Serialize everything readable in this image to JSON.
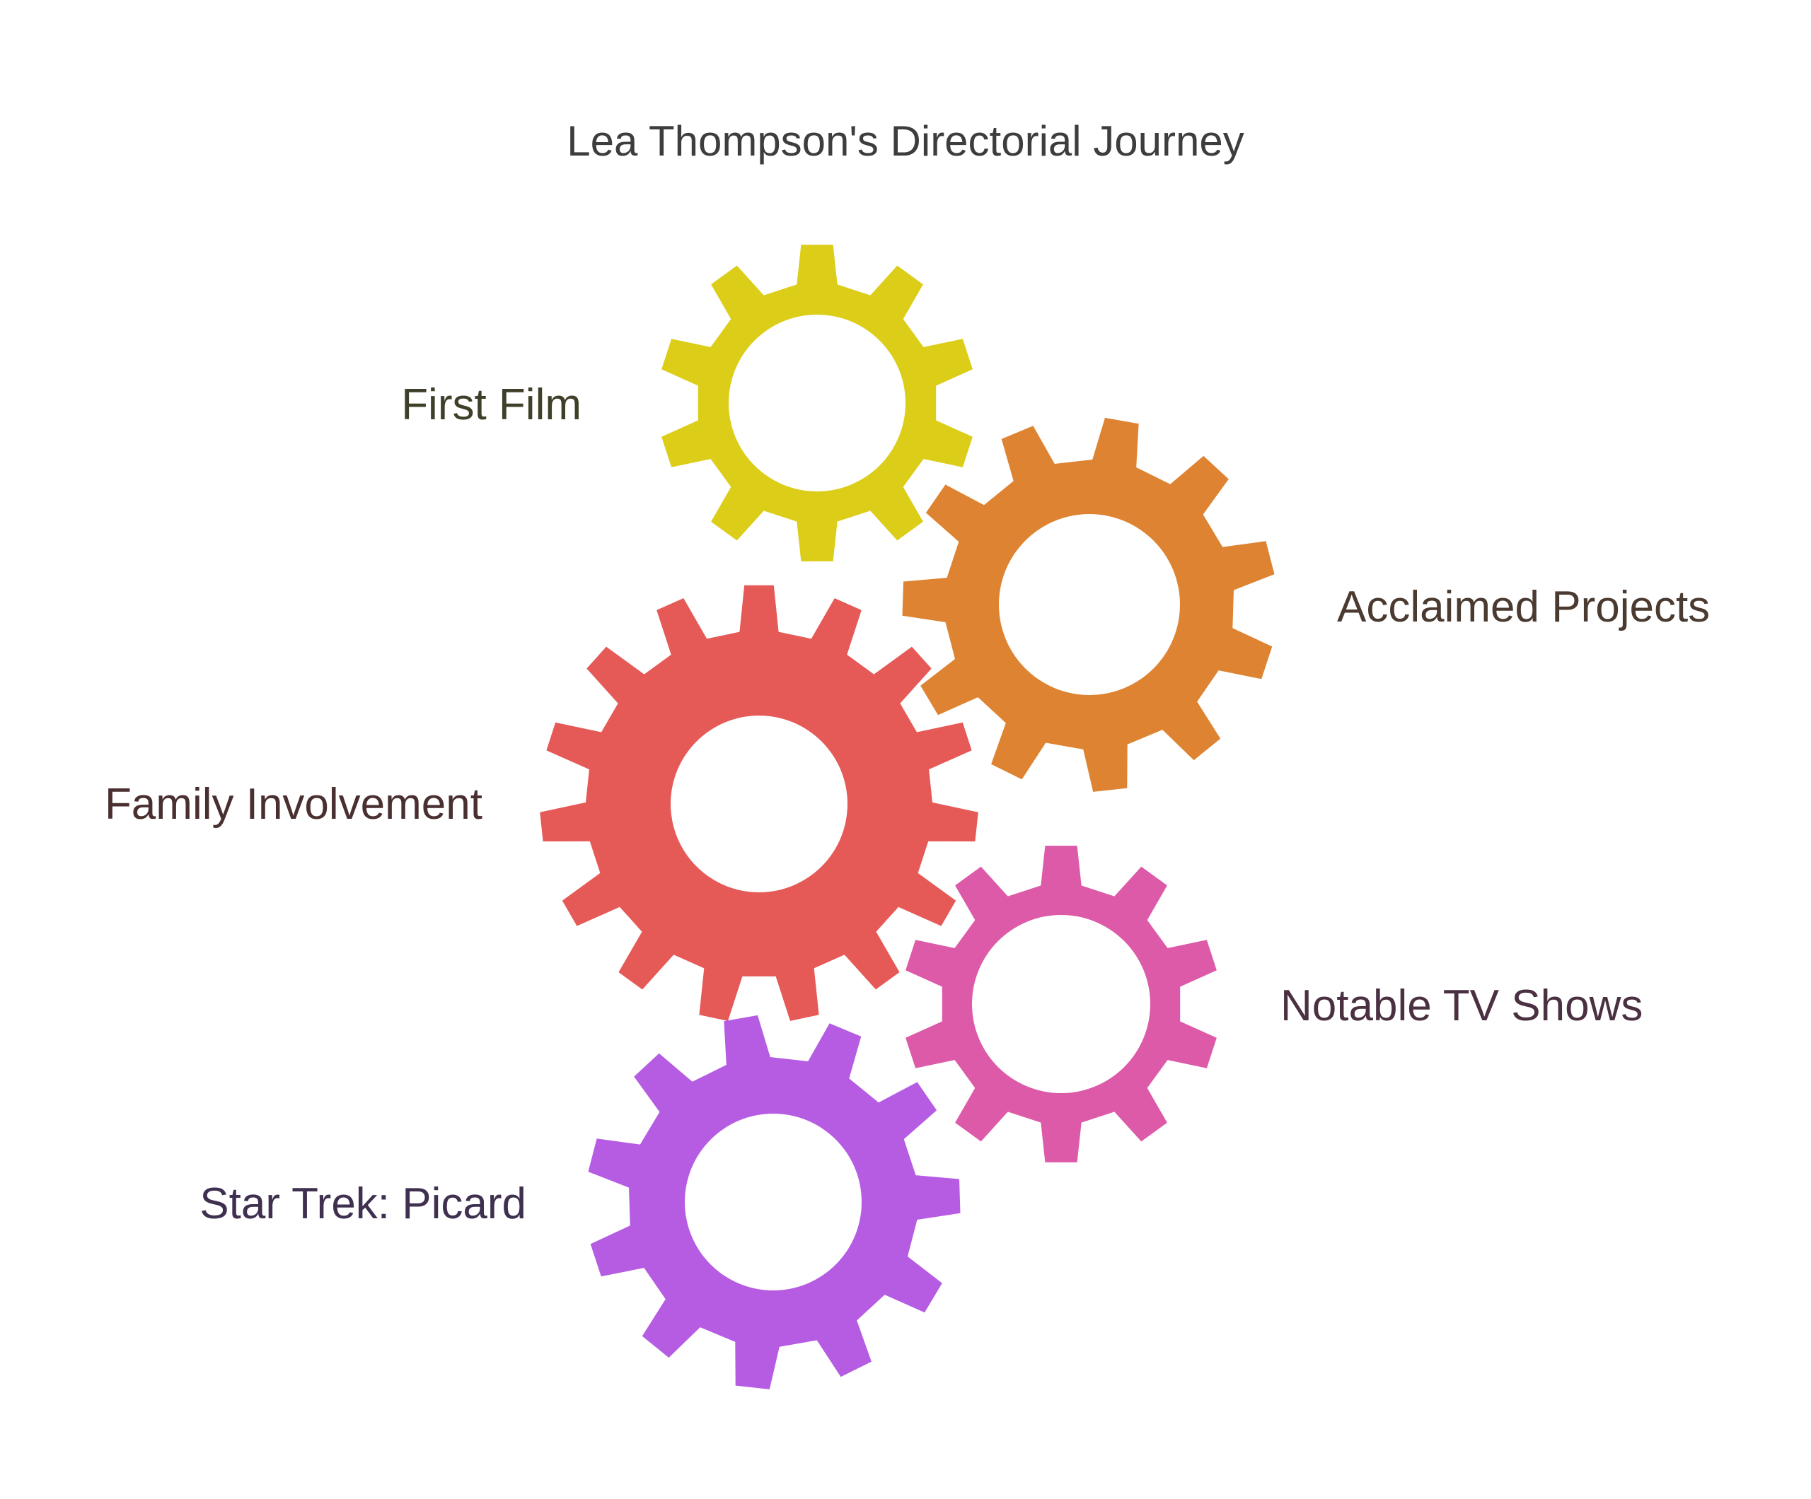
{
  "title": "Lea Thompson's Directorial Journey",
  "gears": [
    {
      "id": "first-film",
      "label": "First Film",
      "color": "#dccd18",
      "label_color": "#3f3f2a"
    },
    {
      "id": "acclaimed-projects",
      "label": "Acclaimed Projects",
      "color": "#de8331",
      "label_color": "#4a3a30"
    },
    {
      "id": "family-involvement",
      "label": "Family Involvement",
      "color": "#e55957",
      "label_color": "#4a2f30"
    },
    {
      "id": "notable-tv-shows",
      "label": "Notable TV Shows",
      "color": "#dd5aa9",
      "label_color": "#4a3040"
    },
    {
      "id": "star-trek-picard",
      "label": "Star Trek: Picard",
      "color": "#b55ce3",
      "label_color": "#3f3050"
    }
  ]
}
